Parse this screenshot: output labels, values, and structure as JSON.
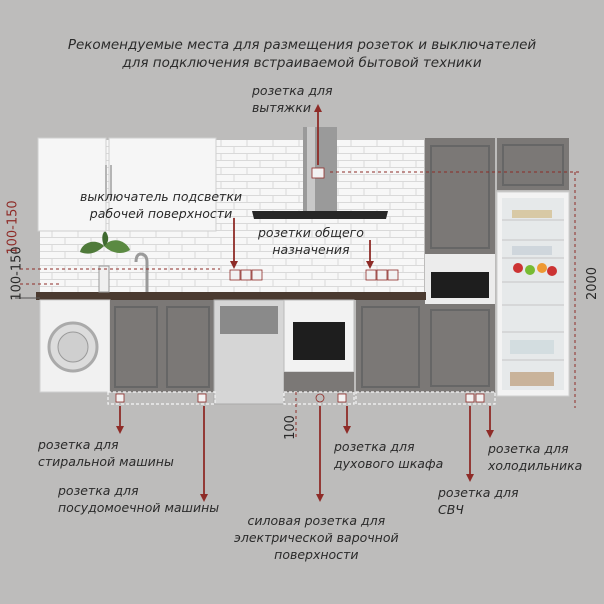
{
  "title": {
    "line1": "Рекомендуемые места для размещения розеток и  выключателей",
    "line2": "для подключения встраиваемой бытовой техники"
  },
  "labels": {
    "hood": [
      "розетка для",
      "вытяжки"
    ],
    "backlight_switch": [
      "выключатель подсветки",
      "рабочей поверхности"
    ],
    "general_sockets": [
      "розетки общего",
      "назначения"
    ],
    "washing_machine": [
      "розетка для",
      "стиральной машины"
    ],
    "dishwasher": [
      "розетка для",
      "посудомоечной машины"
    ],
    "oven": [
      "розетка для",
      "духового шкафа"
    ],
    "fridge": [
      "розетка для",
      "холодильника"
    ],
    "microwave": [
      "розетка для",
      "СВЧ"
    ],
    "hob": [
      "силовая розетка для",
      "электрической варочной",
      "поверхности"
    ]
  },
  "dimensions": {
    "backsplash_top": "100-150",
    "backsplash_bottom": "100-150",
    "socket_height": "100",
    "fridge_height": "2000"
  },
  "colors": {
    "background": "#bdbcbb",
    "arrow": "#8e2b27",
    "cabinet": "#7b7876",
    "text": "#2a2a2a"
  }
}
